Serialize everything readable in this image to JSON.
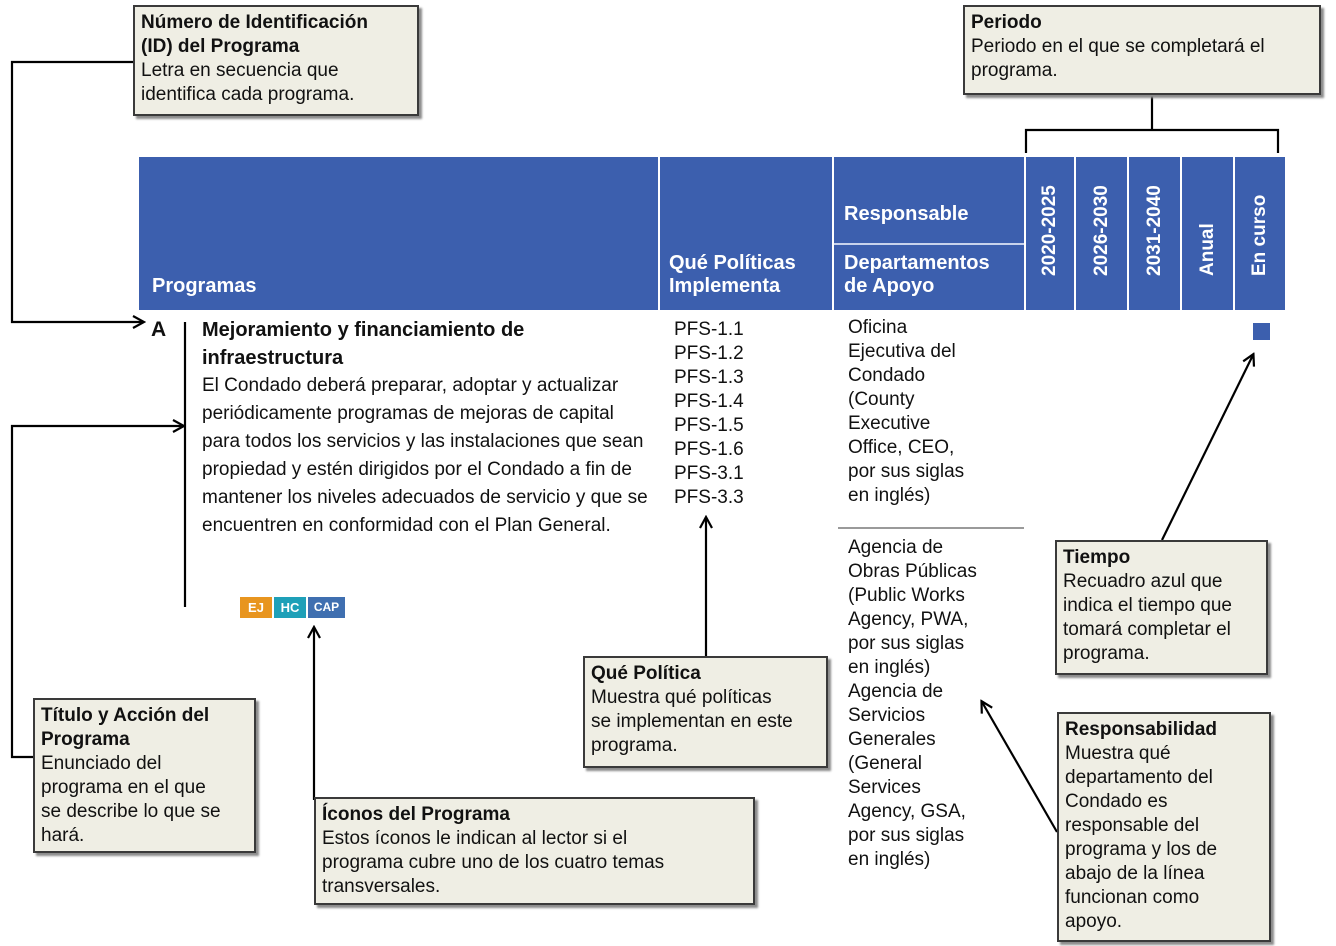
{
  "header": {
    "programas": "Programas",
    "politicas": "Qué Políticas\nImplementa",
    "responsable": "Responsable",
    "departamentos": "Departamentos\nde Apoyo",
    "periods": [
      "2020-2025",
      "2026-2030",
      "2031-2040",
      "Anual",
      "En curso"
    ]
  },
  "program": {
    "id": "A",
    "title": "Mejoramiento y financiamiento de infraestructura",
    "description": "El Condado deberá preparar, adoptar y actualizar periódicamente programas de mejoras de capital para todos los servicios y las instalaciones que sean propiedad y estén dirigidos por el Condado a fin de mantener los niveles adecuados de servicio y que se encuentren en conformidad con el Plan General.",
    "icons": [
      "EJ",
      "HC",
      "CAP"
    ],
    "policies": [
      "PFS-1.1",
      "PFS-1.2",
      "PFS-1.3",
      "PFS-1.4",
      "PFS-1.5",
      "PFS-1.6",
      "PFS-3.1",
      "PFS-3.3"
    ],
    "responsible": "Oficina\nEjecutiva del\nCondado\n(County\nExecutive\nOffice, CEO,\npor sus siglas\nen inglés)",
    "support": "Agencia de\nObras Públicas\n(Public Works\nAgency, PWA,\npor sus siglas\nen inglés)\nAgencia de\nServicios\nGenerales\n(General\nServices\nAgency, GSA,\npor sus siglas\nen inglés)"
  },
  "callouts": {
    "id": {
      "title": "Número de Identificación\n(ID) del Programa",
      "body": "Letra en secuencia que\nidentifica cada programa."
    },
    "periodo": {
      "title": "Periodo",
      "body": "Periodo en el que se completará el\nprograma."
    },
    "titulo": {
      "title": "Título y Acción del\nPrograma",
      "body": "Enunciado del\nprograma en el que\nse describe lo que se\nhará."
    },
    "iconos": {
      "title": "Íconos del Programa",
      "body": "Estos íconos le indican al lector si el\nprograma cubre uno de los cuatro temas\ntransversales."
    },
    "politica": {
      "title": "Qué Política",
      "body": "Muestra qué políticas\nse implementan en este\nprograma."
    },
    "tiempo": {
      "title": "Tiempo",
      "body": "Recuadro azul que\nindica el tiempo que\ntomará completar el\nprograma."
    },
    "responsabilidad": {
      "title": "Responsabilidad",
      "body": "Muestra qué\ndepartamento del\nCondado es\nresponsable del\nprograma y los de\nabajo de la línea\nfuncionan como\napoyo."
    }
  },
  "colors": {
    "header": "#3c5fae",
    "callout_bg": "#efeee4",
    "ej": "#e8951f",
    "hc": "#1ea0b8",
    "cap": "#3f6fb0"
  }
}
